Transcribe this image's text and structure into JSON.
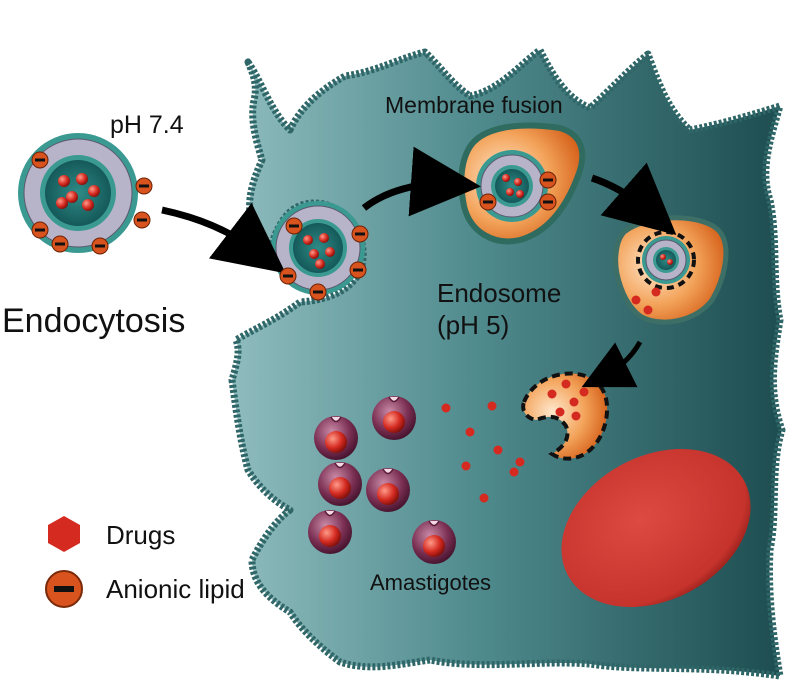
{
  "labels": {
    "ph_outside": "pH 7.4",
    "endocytosis": "Endocytosis",
    "membrane_fusion": "Membrane fusion",
    "endosome": "Endosome",
    "endosome_ph": "(pH 5)",
    "amastigotes": "Amastigotes"
  },
  "legend": {
    "drugs": "Drugs",
    "anionic_lipid": "Anionic lipid"
  },
  "colors": {
    "cell_fill": "#4f8a8d",
    "cell_outline": "#2f6668",
    "liposome_bead": "#3a9a92",
    "liposome_core": "#1f6f70",
    "drug_red": "#d42a20",
    "endosome_orange": "#e67a2a",
    "nucleus_red": "#cf3b34",
    "amastigote_purple": "#7a2f52",
    "anionic_lipid_orange": "#d9531e"
  },
  "icons": {
    "drug": "hexagon",
    "anionic_lipid": "minus-circle",
    "arrow": "curved-arrow"
  }
}
